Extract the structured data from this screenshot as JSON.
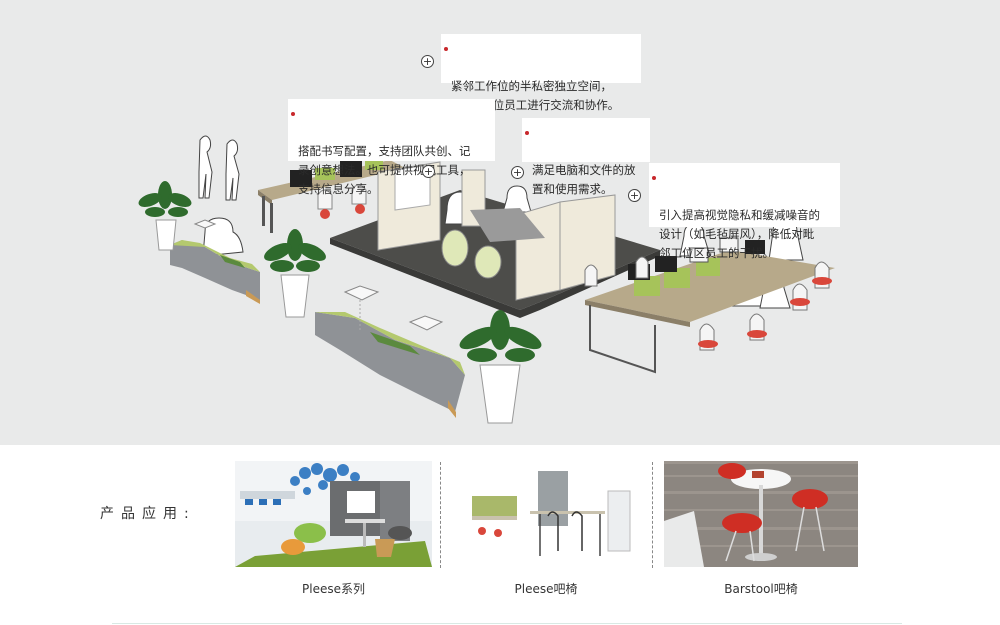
{
  "callouts": {
    "top": "紧邻工作位的半私密独立空间，\n适合2-4位员工进行交流和协作。",
    "left": "搭配书写配置，支持团队共创、记\n录创意想法。也可提供视讯工具，\n支持信息分享。",
    "middle": "满足电脑和文件的放\n置和使用需求。",
    "right": "引入提高视觉隐私和缓减噪音的\n设计（如毛毡屏风），降低对毗\n邻工位区员工的干扰。"
  },
  "products": {
    "section_label": "产品应用:",
    "items": [
      {
        "caption": "Pleese系列",
        "icon": "lounge-collaboration-photo"
      },
      {
        "caption": "Pleese吧椅",
        "icon": "bar-chair-workstation-photo"
      },
      {
        "caption": "Barstool吧椅",
        "icon": "red-barstool-photo"
      }
    ]
  },
  "colors": {
    "accent_dot": "#c8282c",
    "scene_background": "#e9eaea",
    "carpet": "#4a4a48",
    "panel_green": "#a6c35a",
    "chair_red": "#d9473b"
  }
}
